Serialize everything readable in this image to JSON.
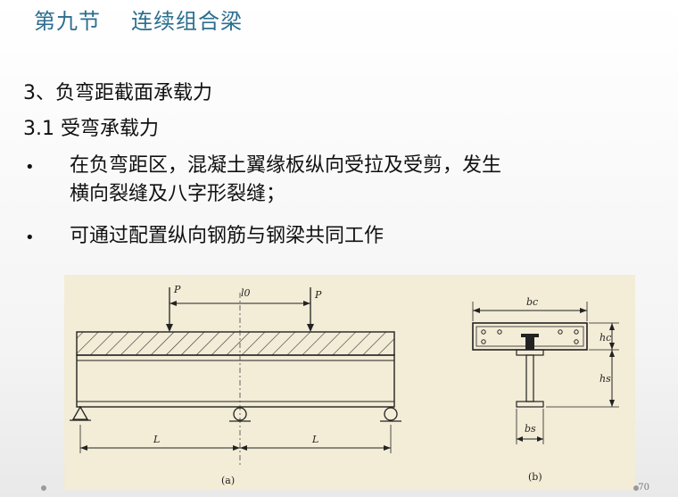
{
  "slide": {
    "section": "第九节",
    "title": "连续组合梁",
    "heading1": "3、负弯距截面承载力",
    "heading2": "3.1 受弯承载力",
    "bullets": [
      {
        "marker": "•",
        "line1": "在负弯距区，混凝土翼缘板纵向受拉及受剪，发生",
        "line2": "横向裂缝及八字形裂缝；"
      },
      {
        "marker": "•",
        "line1": "可通过配置纵向钢筋与钢梁共同工作"
      }
    ],
    "page_number": "70"
  },
  "figure": {
    "labels": {
      "load_left": "P",
      "load_right": "P",
      "spacing": "l0",
      "span_left": "L",
      "span_right": "L",
      "caption_a": "(a)",
      "caption_b": "(b)",
      "bc": "bc",
      "hc": "hc",
      "hs": "hs",
      "bs": "bs"
    }
  }
}
